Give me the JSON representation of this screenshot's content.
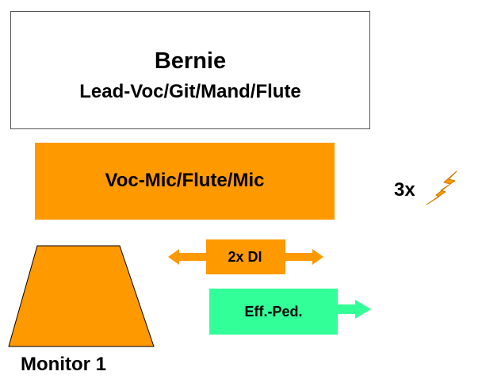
{
  "performer": {
    "name": "Bernie",
    "roles": "Lead-Voc/Git/Mand/Flute"
  },
  "microphones": {
    "label": "Voc-Mic/Flute/Mic",
    "multiplier": "3x"
  },
  "monitor": {
    "label": "Monitor 1"
  },
  "di": {
    "label": "2x DI"
  },
  "effects": {
    "label": "Eff.-Ped."
  },
  "colors": {
    "orange": "#ff9900",
    "green": "#33ff99",
    "border": "#555555",
    "text": "#000000"
  },
  "icons": {
    "power": "lightning-bolt-icon"
  }
}
